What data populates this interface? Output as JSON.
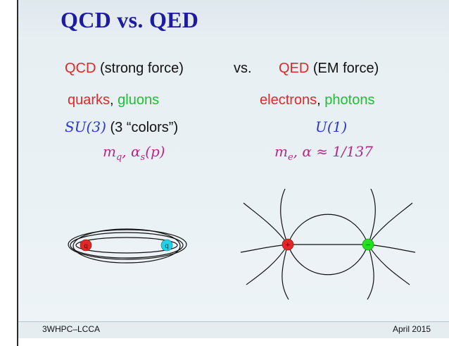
{
  "slide": {
    "title": "QCD vs. QED",
    "header": {
      "qcd_word": "QCD",
      "qcd_rest": " (strong force)",
      "vs": "vs.",
      "qed_word": "QED",
      "qed_rest": " (EM force)"
    },
    "qcd": {
      "particle1": "quarks",
      "comma": ", ",
      "particle2": "gluons",
      "group_symbol": "SU(3)",
      "group_text": " (3 “colors”)",
      "params": "m",
      "params_sub": "q",
      "params_rest": ",  α",
      "params_sub2": "s",
      "params_end": "(p)"
    },
    "qed": {
      "particle1": "electrons",
      "comma": ", ",
      "particle2": "photons",
      "group_symbol": "U(1)",
      "params": "m",
      "params_sub": "e",
      "params_rest": ",  α ≈ 1/137"
    },
    "diagrams": {
      "qcd_left_label": "q",
      "qcd_right_label": "q",
      "qed_left_label": "+",
      "qed_right_label": "−",
      "colors": {
        "red": "#e12828",
        "cyan": "#22d1e7",
        "green": "#22e022"
      }
    },
    "footer": {
      "left": "3WHPC–LCCA",
      "right": "April 2015"
    }
  }
}
